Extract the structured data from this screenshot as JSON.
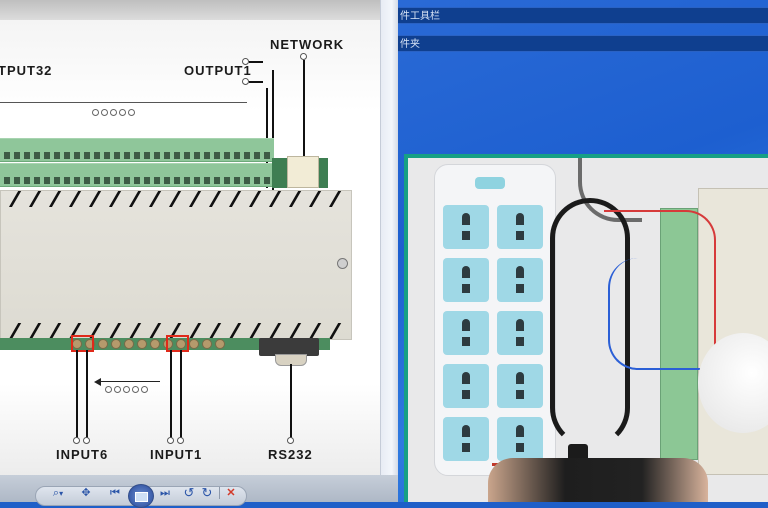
{
  "viewer": {
    "diagram_labels": {
      "network": "NETWORK",
      "output32": "TPUT32",
      "output1": "OUTPUT1",
      "input6": "INPUT6",
      "input1": "INPUT1",
      "rs232": "RS232"
    },
    "toolbar": {
      "zoom_icon": "magnifier-icon",
      "zoom_dropdown": "▾",
      "fit_icon": "actual-size-icon",
      "prev_icon": "previous-icon",
      "slideshow_icon": "slideshow-icon",
      "next_icon": "next-icon",
      "rotate_ccw_icon": "rotate-counterclockwise-icon",
      "rotate_cw_icon": "rotate-clockwise-icon",
      "delete_icon": "delete-icon",
      "glyphs": {
        "zoom": "⌕",
        "fit": "✥",
        "prev": "⏮",
        "next": "⏭",
        "rotate_ccw": "↺",
        "rotate_cw": "↻",
        "delete": "✕"
      }
    }
  },
  "desktop": {
    "bars": [
      {
        "label": "件工具栏"
      },
      {
        "label": "件夹"
      }
    ],
    "accent_color": "#17a085"
  }
}
